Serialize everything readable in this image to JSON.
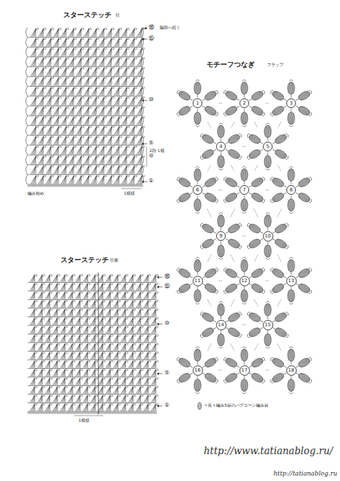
{
  "diagram": {
    "nodes": [
      {
        "text": [
          "1"
        ]
      },
      {
        "text": [
          "2"
        ]
      },
      {
        "text": [
          "3"
        ]
      },
      {
        "text": [
          "4"
        ]
      },
      {
        "text": [
          "5"
        ]
      },
      {
        "text": [
          "6"
        ]
      },
      {
        "text": [
          "7"
        ]
      },
      {
        "text": [
          "8"
        ]
      },
      {
        "text": [
          "9"
        ]
      },
      {
        "text": [
          "10"
        ]
      },
      {
        "text": [
          "11"
        ]
      },
      {
        "text": [
          "12"
        ]
      },
      {
        "text": [
          "13"
        ]
      },
      {
        "text": [
          "14"
        ]
      },
      {
        "text": [
          "15"
        ]
      },
      {
        "text": [
          "16"
        ]
      },
      {
        "text": [
          "17"
        ]
      },
      {
        "text": [
          "18"
        ]
      }
    ],
    "labels": [
      "スターステッチ",
      "往",
      "⑯",
      "脇部へ続く",
      "⑮",
      "⑩",
      "⑤",
      "2段 1模様",
      "①",
      "編み始め",
      "1模様",
      "モチーフつなぎ",
      "フラップ",
      "スターステッチ",
      "往復",
      "⑯",
      "⑮",
      "⑩",
      "⑤",
      "①",
      "1模様",
      "http://www.tatianablog.ru/",
      "http://tatianablog.ru"
    ],
    "legend": [
      {
        "text": "＝長々編み5目のパプコーン編み目"
      }
    ]
  }
}
